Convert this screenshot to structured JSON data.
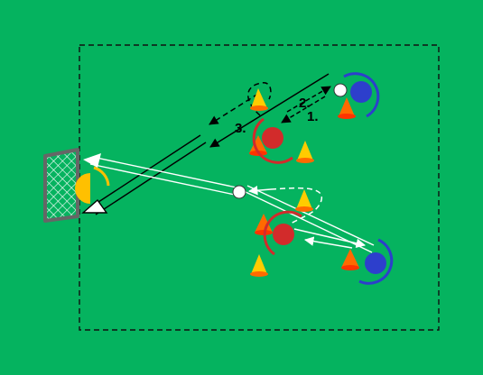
{
  "colors": {
    "pitch": "#05b35f",
    "zone_border": "#111111",
    "goal_frame": "#666666",
    "goal_net": "#ffffff",
    "cone_orange": "#ff6a00",
    "cone_yellow": "#ffcc00",
    "cone_red": "#ff3300",
    "attacker_blue": "#2d3fcc",
    "defender_red": "#d22b2b",
    "goalkeeper_yellow": "#ffc000",
    "ball": "#ffffff",
    "path_black": "#000000",
    "path_white": "#ffffff"
  },
  "diagram": {
    "step_labels": [
      "1.",
      "2.",
      "3."
    ],
    "players": [
      {
        "role": "attacker",
        "team": "blue"
      },
      {
        "role": "attacker",
        "team": "blue"
      },
      {
        "role": "defender",
        "team": "red"
      },
      {
        "role": "defender",
        "team": "red"
      },
      {
        "role": "goalkeeper",
        "team": "yellow"
      }
    ],
    "balls": 2,
    "cones": 8,
    "goals": 1
  }
}
